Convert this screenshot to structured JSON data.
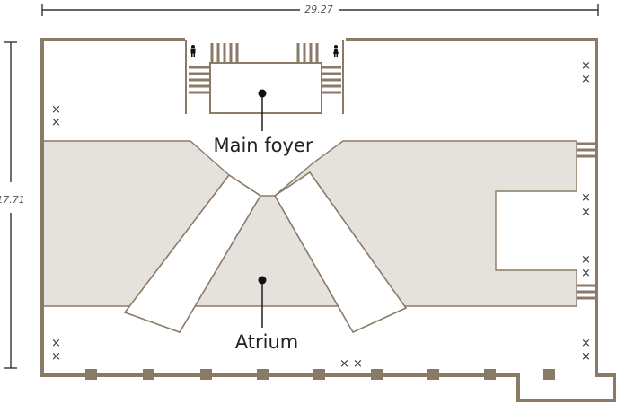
{
  "dimensions": {
    "width_label": "29.27",
    "height_label": "17.71"
  },
  "rooms": {
    "main_foyer": "Main foyer",
    "atrium": "Atrium"
  },
  "icons": {
    "restroom_left": "restroom-person-icon",
    "restroom_right": "restroom-person-icon",
    "marker": "x-mark"
  },
  "symbols": {
    "cross": "×"
  },
  "colors": {
    "wall": "#8a7a68",
    "floor_fill": "#e5e1dc",
    "text": "#222222"
  }
}
